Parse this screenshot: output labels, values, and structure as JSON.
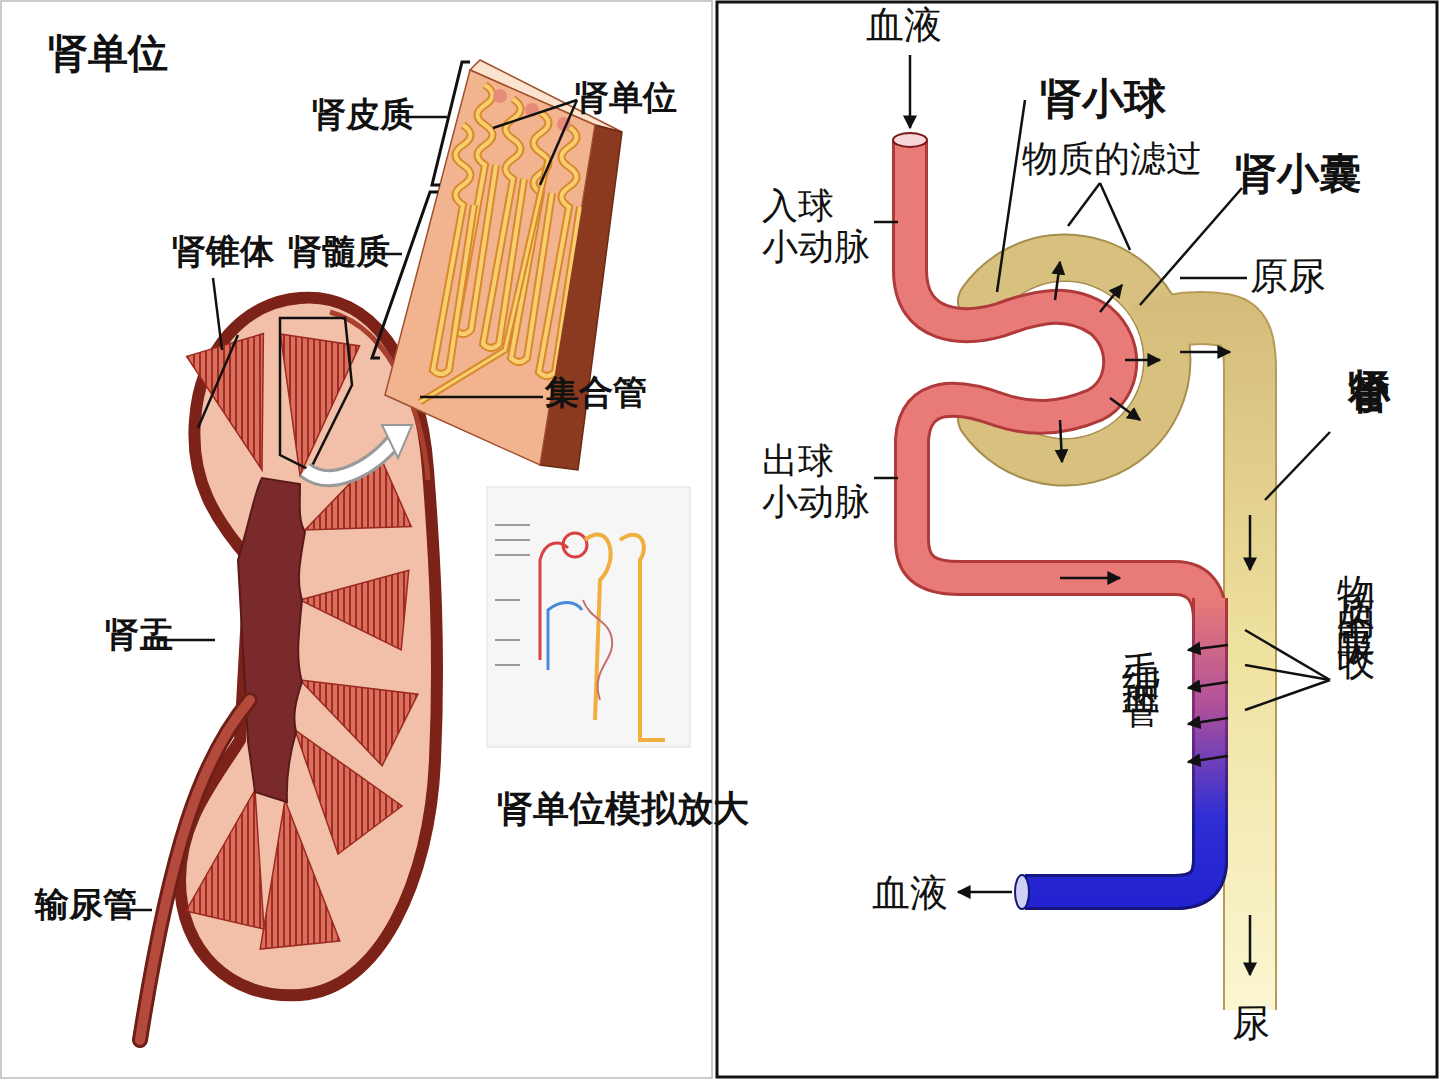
{
  "diagram": {
    "title": "肾单位",
    "labels": [
      "肾皮质",
      "肾单位",
      "肾锥体",
      "肾髓质",
      "集合管",
      "肾盂",
      "肾单位模拟放大",
      "输尿管",
      "血液",
      "肾小球",
      "物质的滤过",
      "肾小囊",
      "入球 小动脉",
      "原尿",
      "肾小管",
      "出球 小动脉",
      "毛细血管",
      "物质的重吸收",
      "血液",
      "尿"
    ]
  }
}
